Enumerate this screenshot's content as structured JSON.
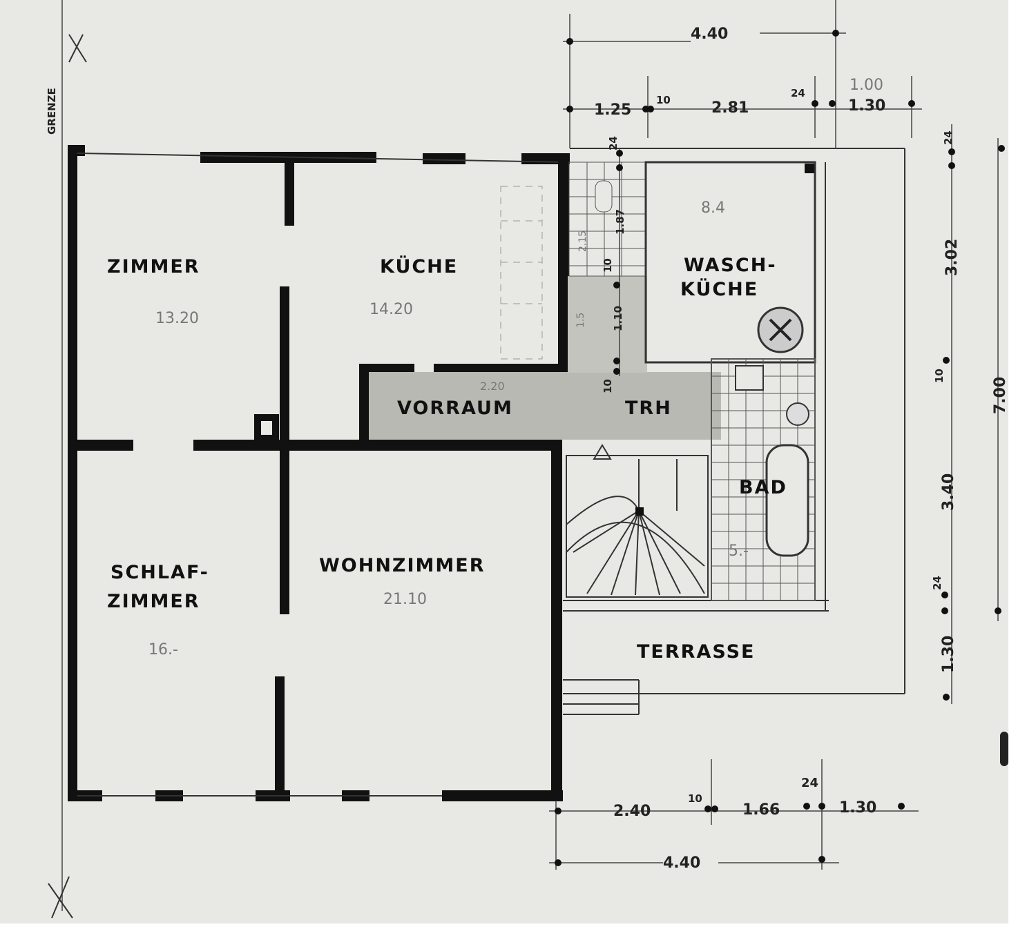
{
  "border_label": "GRENZE",
  "rooms": {
    "zimmer": {
      "name": "ZIMMER",
      "area": "13.20"
    },
    "kueche": {
      "name": "KÜCHE",
      "area": "14.20"
    },
    "waschkueche": {
      "name1": "WASCH-",
      "name2": "KÜCHE",
      "area": "8.4"
    },
    "vorraum": {
      "name": "VORRAUM",
      "area": "2.20"
    },
    "treppenhaus": {
      "name": "TRH"
    },
    "bad": {
      "name": "BAD",
      "area": "5.-"
    },
    "schlafzimmer": {
      "name1": "SCHLAF-",
      "name2": "ZIMMER",
      "area": "16.-"
    },
    "wohnzimmer": {
      "name": "WOHNZIMMER",
      "area": "21.10"
    },
    "terrasse": {
      "name": "TERRASSE"
    }
  },
  "dimensions": {
    "top_total": "4.40",
    "top": [
      "1.25",
      "10",
      "2.81",
      "24",
      "1.00",
      "1.30"
    ],
    "right": [
      "24",
      "3.02",
      "10",
      "3.40",
      "24",
      "1.30"
    ],
    "right_total": "7.00",
    "bottom": [
      "2.40",
      "10",
      "1.66",
      "24",
      "1.30"
    ],
    "bottom_total": "4.40",
    "stair_vertical": [
      "24",
      "1.87",
      "2.15",
      "10",
      "1.10",
      "1.5",
      "10"
    ]
  }
}
